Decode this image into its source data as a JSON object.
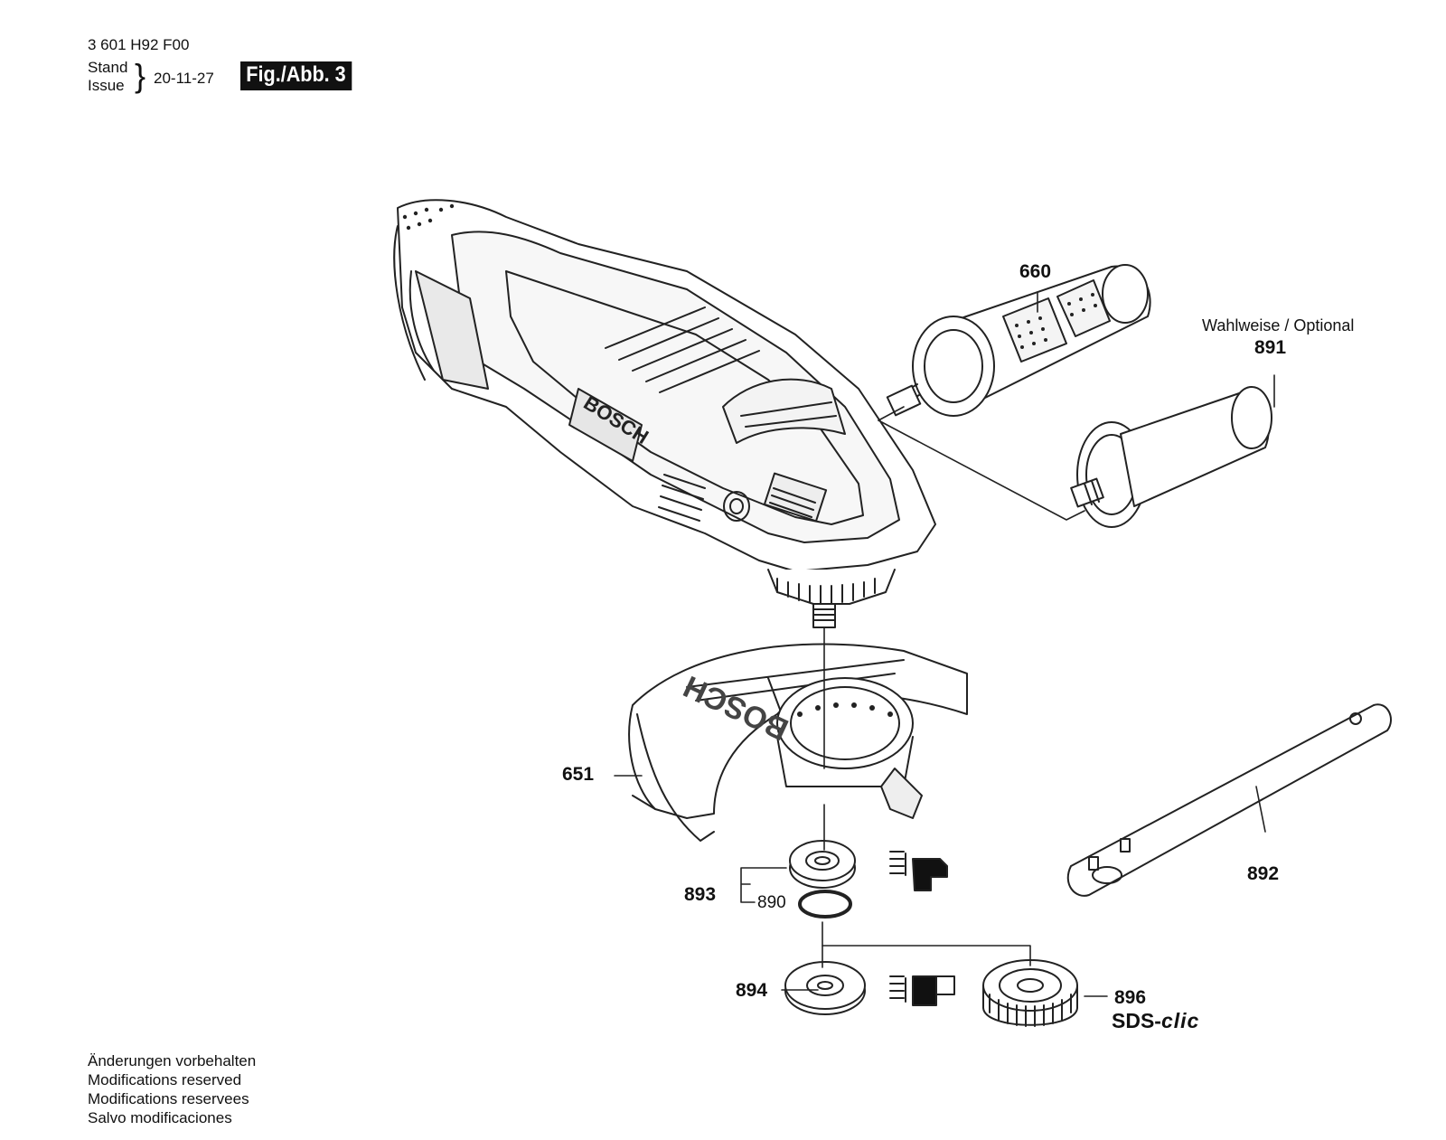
{
  "header": {
    "part_number": "3 601 H92 F00",
    "stand_label": "Stand",
    "issue_label": "Issue",
    "brace": "}",
    "date": "20-11-27",
    "figure": "Fig./Abb. 3"
  },
  "parts": {
    "p660": "660",
    "optional_note": "Wahlweise / Optional",
    "p891": "891",
    "p651": "651",
    "p893": "893",
    "p890": "890",
    "p892": "892",
    "p894": "894",
    "p896": "896",
    "sds_prefix": "SDS-",
    "sds_suffix": "clic"
  },
  "brand": {
    "housing_logo": "BOSCH",
    "guard_logo": "BOSCH"
  },
  "footer": {
    "line1": "Änderungen vorbehalten",
    "line2": "Modifications reserved",
    "line3": "Modifications reservees",
    "line4": "Salvo modificaciones"
  }
}
